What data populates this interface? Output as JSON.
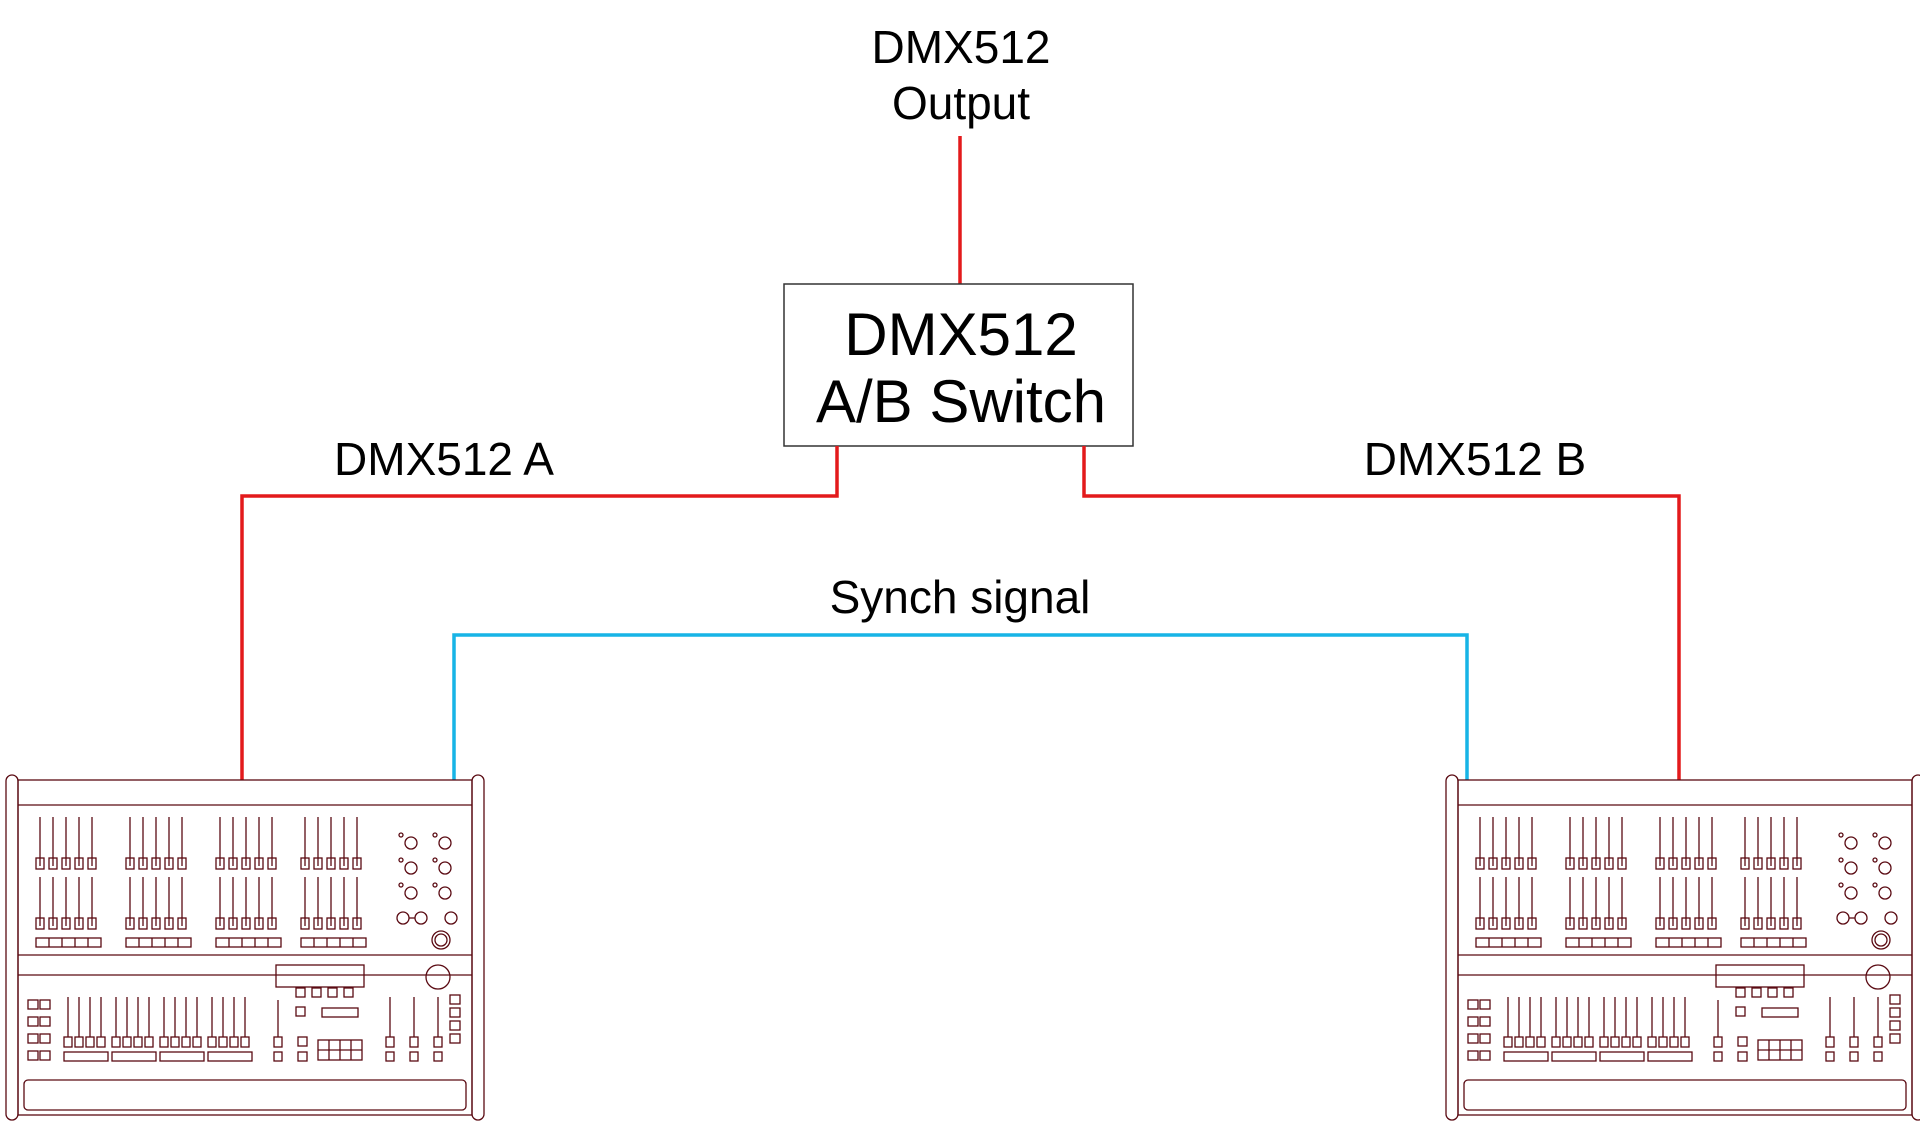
{
  "output": {
    "line1": "DMX512",
    "line2": "Output"
  },
  "switch": {
    "line1": "DMX512",
    "line2": "A/B Switch"
  },
  "link_a": {
    "label": "DMX512 A"
  },
  "link_b": {
    "label": "DMX512 B"
  },
  "synch": {
    "label": "Synch signal"
  },
  "colors": {
    "dmx": "#e31a1c",
    "synch": "#17b4e6",
    "console": "#5a0a12",
    "box": "#333333"
  },
  "consoles": [
    {
      "name": "console-a",
      "fader_groups": 4,
      "faders_per_group": 5
    },
    {
      "name": "console-b",
      "fader_groups": 4,
      "faders_per_group": 5
    }
  ]
}
